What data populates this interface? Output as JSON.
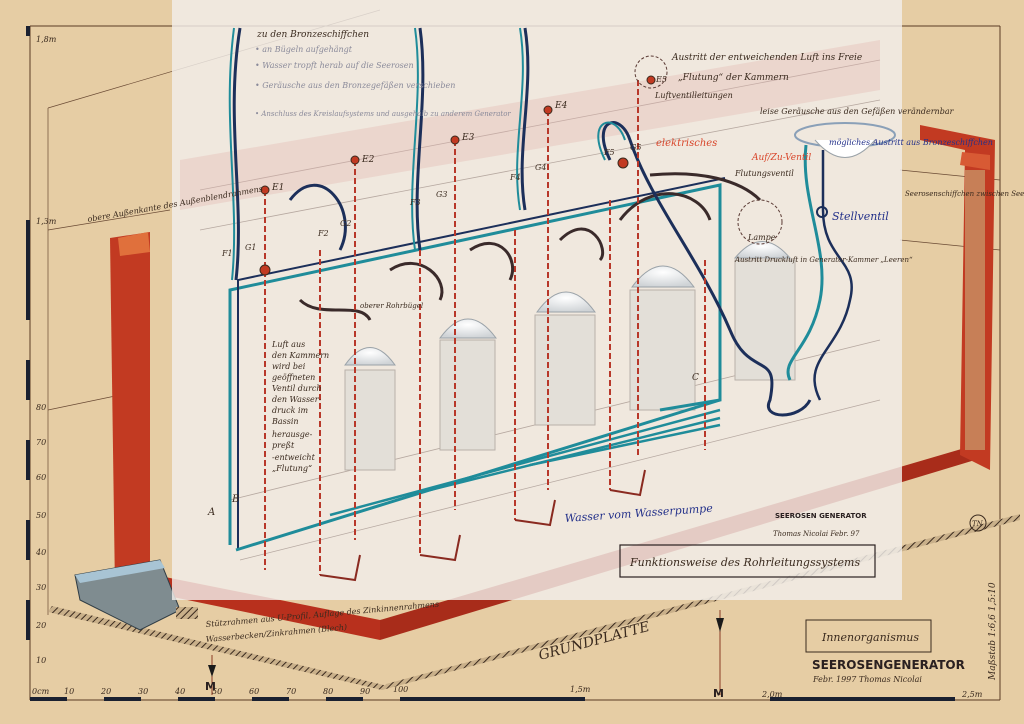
{
  "drawing": {
    "title_box": "Funktionsweise des Rohrleitungssystems",
    "stamp_title": "SEEROSEN GENERATOR",
    "stamp_author": "Thomas Nicolai Febr. 97",
    "subject_box": "Innenorganismus",
    "main_title": "SEEROSENGENERATOR",
    "main_credit": "Febr. 1997   Thomas Nicolai",
    "scale_label": "Maßstab 1:6,6   1,5:10",
    "base_plate": "GRUNDPLATTE",
    "monogram": "TN",
    "marker_m": "M"
  },
  "annotations": {
    "to_boats": "zu den Bronzeschiffchen",
    "notes_grey": [
      "• an Bügeln aufgehängt",
      "• Wasser tropft herab auf die Seerosen",
      "• Geräusche aus den Bronzegefäßen verschieben",
      "• Anschluss des Kreislaufsystems und ausgehalb zu anderem Generator"
    ],
    "air_exit": "Austritt der entweichenden Luft ins Freie",
    "flooding": "„Flutung“ der Kammern",
    "air_valves": "Luftventilleitungen",
    "electric": "elektrisches",
    "open_close": "Auf/Zu-Ventil",
    "flood_valve": "Flutungsventil",
    "noises": "leise Geräusche aus den Gefäßen verändernbar",
    "possible": "mögliches Austritt aus Bronzeschiffchen",
    "control_valve": "Stellventil",
    "lamp": "Lampe",
    "pressure_air": "Austritt Druckluft in Generator-Kammer „Leeren“",
    "upper_bow": "oberer Rohrbügel",
    "air_chambers": [
      "Luft aus",
      "den Kammern",
      "wird bei",
      "geöffneten",
      "Ventil durch",
      "den Wasser-",
      "druck im",
      "Bassin",
      "herausge-",
      "preßt",
      "-entweicht",
      "„Flutung“"
    ],
    "water_pump": "Wasser vom Wasserpumpe",
    "upper_edge": "obere Außenkante des Außenblendrahmens",
    "frame_u": "Stützrahmen aus U-Profil, Auflage des Zinkinnenrahmens",
    "water_basin": "Wasserbecken/Zinkrahmen (Blech)",
    "label_a": "A",
    "label_b": "B",
    "label_c": "C",
    "valves": [
      "E1",
      "E2",
      "E3",
      "E4",
      "E5"
    ],
    "flows": [
      "F1",
      "F2",
      "F3",
      "F4",
      "F5"
    ],
    "gates": [
      "G1",
      "G2",
      "G3",
      "G4",
      "G5"
    ],
    "right_notes": "Seerosenschiffchen zwischen Seerosen schwimmend (Wasserlauf)"
  },
  "scale": {
    "horizontal": [
      "0cm",
      "10",
      "20",
      "30",
      "40",
      "50",
      "60",
      "70",
      "80",
      "90",
      "100",
      "1,5m",
      "2,0m",
      "2,5m"
    ],
    "vertical": [
      "1,8m",
      "1,3m",
      "80",
      "70",
      "60",
      "50",
      "40",
      "30",
      "20",
      "10"
    ]
  },
  "colors": {
    "paper": "#e6cda4",
    "frame_red": "#c23a22",
    "pipe_teal": "#1f8c9a",
    "pipe_navy": "#1c2f5a",
    "overlay": "#f2eeea"
  }
}
